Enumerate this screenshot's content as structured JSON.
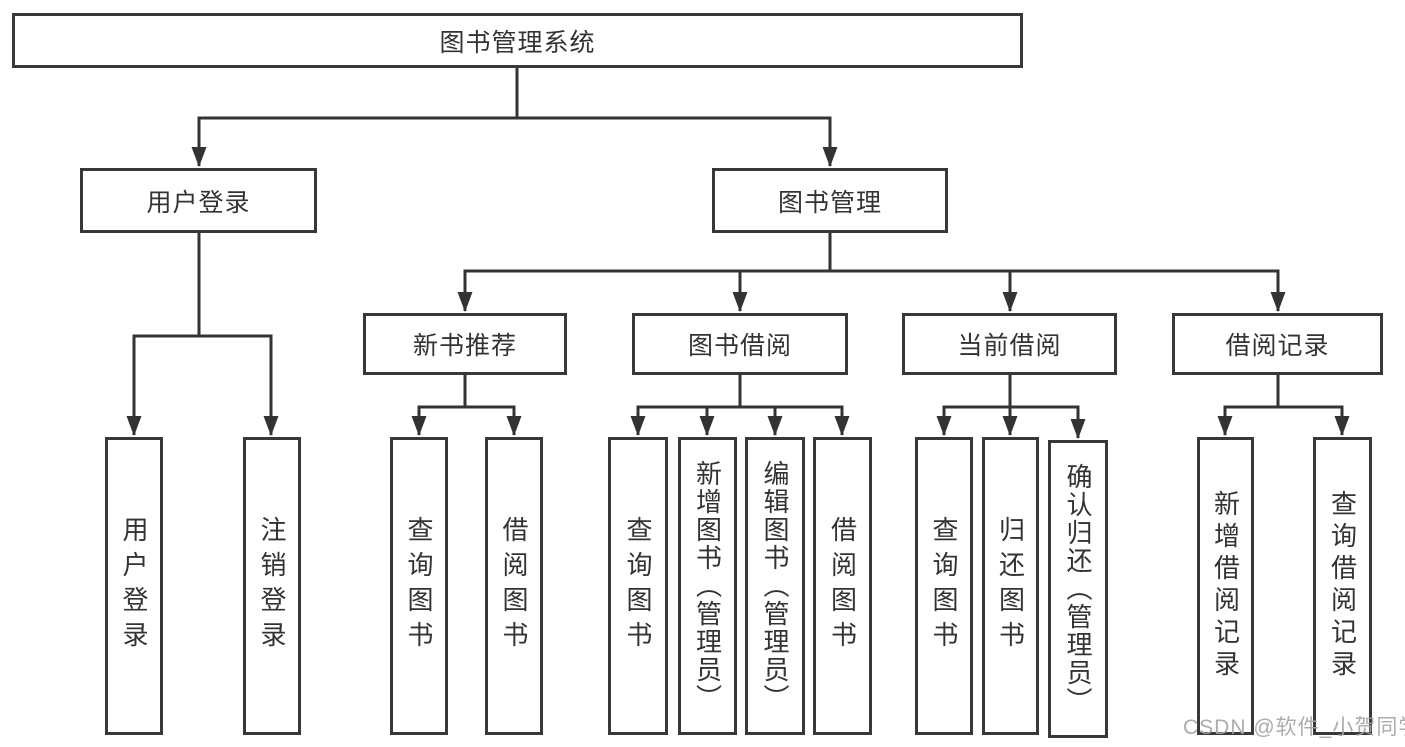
{
  "diagram": {
    "watermark": "CSDN @软件_小贺同学",
    "colors": {
      "line": "#333333",
      "box_border": "#383838",
      "text": "#333333",
      "background": "#ffffff",
      "watermark": "#a5a5a5"
    },
    "tree": {
      "label": "图书管理系统",
      "children": [
        {
          "label": "用户登录",
          "children": [
            {
              "label": "用户登录"
            },
            {
              "label": "注销登录"
            }
          ]
        },
        {
          "label": "图书管理",
          "children": [
            {
              "label": "新书推荐",
              "children": [
                {
                  "label": "查询图书"
                },
                {
                  "label": "借阅图书"
                }
              ]
            },
            {
              "label": "图书借阅",
              "children": [
                {
                  "label": "查询图书"
                },
                {
                  "label": "新增图书（管理员）"
                },
                {
                  "label": "编辑图书（管理员）"
                },
                {
                  "label": "借阅图书"
                }
              ]
            },
            {
              "label": "当前借阅",
              "children": [
                {
                  "label": "查询图书"
                },
                {
                  "label": "归还图书"
                },
                {
                  "label": "确认归还（管理员）"
                }
              ]
            },
            {
              "label": "借阅记录",
              "children": [
                {
                  "label": "新增借阅记录"
                },
                {
                  "label": "查询借阅记录"
                }
              ]
            }
          ]
        }
      ]
    }
  }
}
